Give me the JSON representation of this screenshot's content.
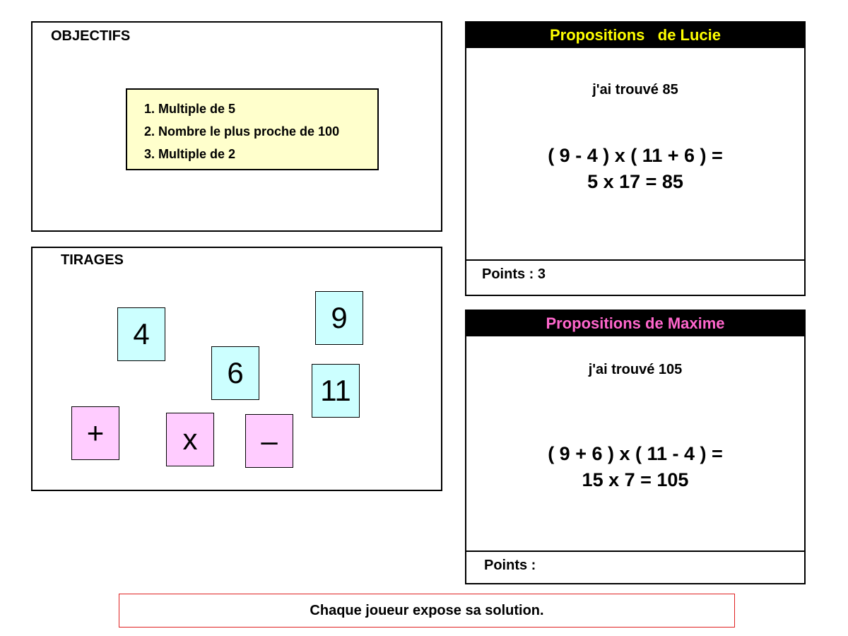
{
  "objectifs": {
    "title": "OBJECTIFS",
    "items": [
      "Multiple de 5",
      "Nombre le plus proche de 100",
      "Multiple de 2"
    ]
  },
  "tirages": {
    "title": "TIRAGES",
    "numbers": [
      "4",
      "6",
      "9",
      "11"
    ],
    "operators": [
      "+",
      "x",
      "–"
    ]
  },
  "lucie": {
    "title": "Propositions   de Lucie",
    "found": "j'ai trouvé 85",
    "line1": "( 9 - 4 ) x ( 11 + 6 ) =",
    "line2": "5 x 17 = 85",
    "points": "Points : 3"
  },
  "maxime": {
    "title": "Propositions de Maxime",
    "found": "j'ai trouvé 105",
    "line1": "( 9 + 6 ) x ( 11 - 4 ) =",
    "line2": "15 x 7 = 105",
    "points": "Points :"
  },
  "footer": "Chaque joueur expose sa solution.",
  "colors": {
    "lucie_title": "#ffff00",
    "maxime_title": "#ff66cc",
    "number_tile": "#ccffff",
    "operator_tile": "#ffccff",
    "objectives_box": "#ffffcc",
    "footer_border": "#e02020"
  }
}
